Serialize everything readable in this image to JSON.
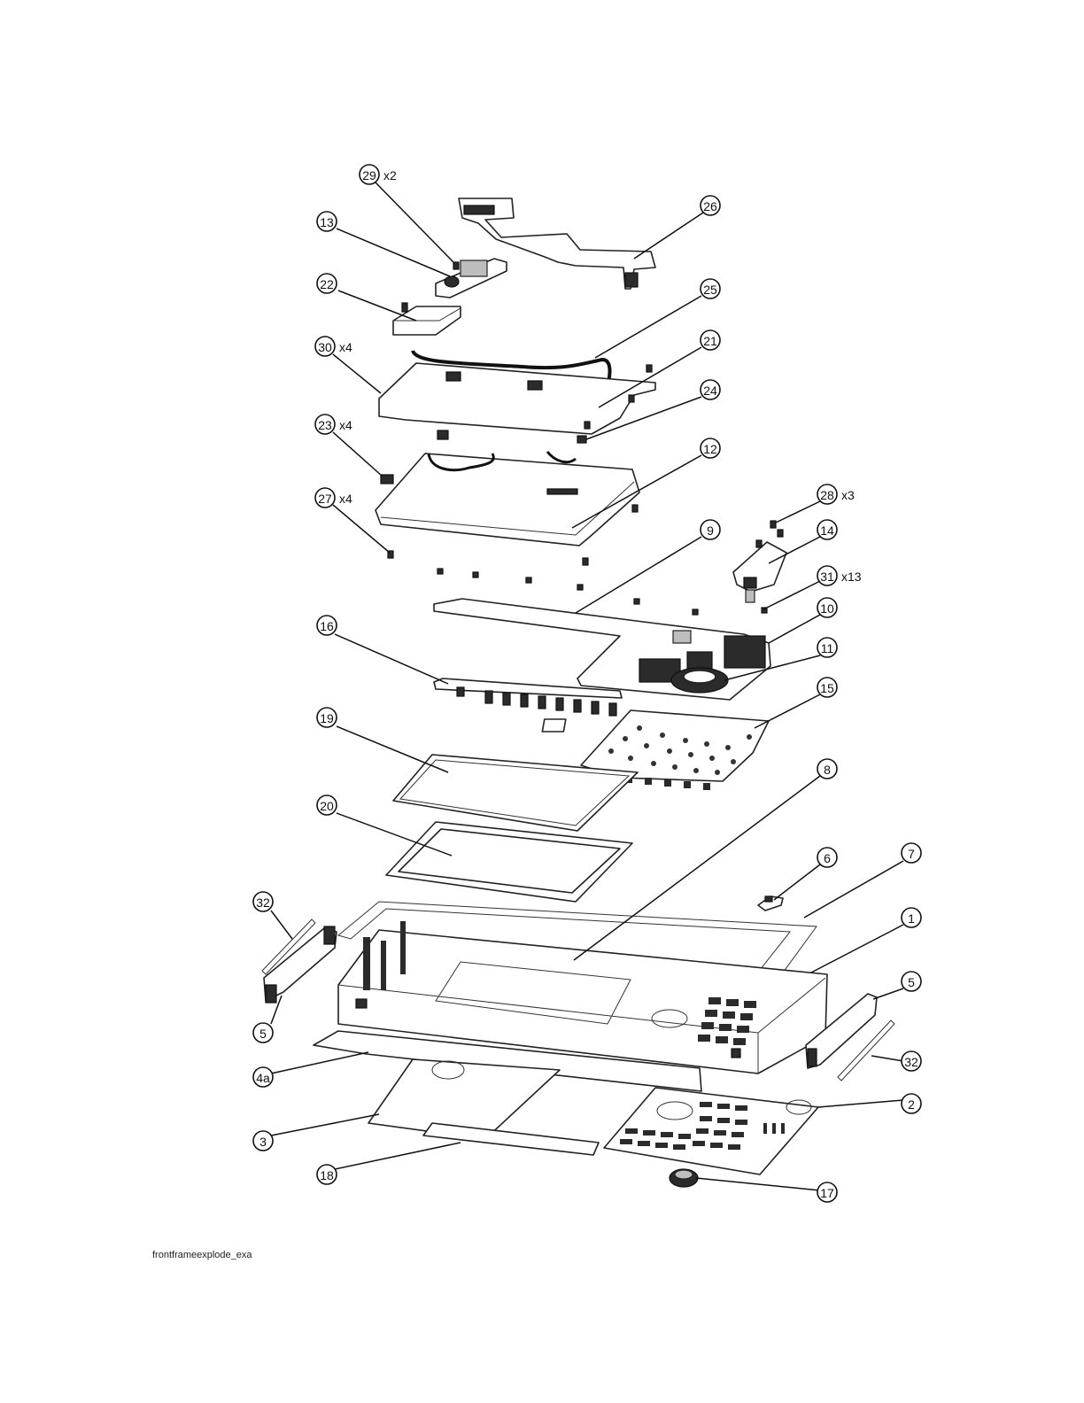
{
  "figure": {
    "caption": "frontframeexplode_exa",
    "colors": {
      "ink": "#111111",
      "paper": "#ffffff",
      "fill_dark": "#2b2b2b",
      "fill_grey": "#bdbdbd"
    }
  },
  "callouts": [
    {
      "id": "29",
      "qty": "x2"
    },
    {
      "id": "13",
      "qty": ""
    },
    {
      "id": "26",
      "qty": ""
    },
    {
      "id": "22",
      "qty": ""
    },
    {
      "id": "25",
      "qty": ""
    },
    {
      "id": "30",
      "qty": "x4"
    },
    {
      "id": "21",
      "qty": ""
    },
    {
      "id": "24",
      "qty": ""
    },
    {
      "id": "23",
      "qty": "x4"
    },
    {
      "id": "12",
      "qty": ""
    },
    {
      "id": "28",
      "qty": "x3"
    },
    {
      "id": "27",
      "qty": "x4"
    },
    {
      "id": "14",
      "qty": ""
    },
    {
      "id": "9",
      "qty": ""
    },
    {
      "id": "31",
      "qty": "x13"
    },
    {
      "id": "10",
      "qty": ""
    },
    {
      "id": "16",
      "qty": ""
    },
    {
      "id": "11",
      "qty": ""
    },
    {
      "id": "15",
      "qty": ""
    },
    {
      "id": "19",
      "qty": ""
    },
    {
      "id": "8",
      "qty": ""
    },
    {
      "id": "20",
      "qty": ""
    },
    {
      "id": "6",
      "qty": ""
    },
    {
      "id": "7",
      "qty": ""
    },
    {
      "id": "32",
      "qty": ""
    },
    {
      "id": "1",
      "qty": ""
    },
    {
      "id": "5",
      "qty": ""
    },
    {
      "id": "5",
      "qty": ""
    },
    {
      "id": "32",
      "qty": ""
    },
    {
      "id": "4a",
      "qty": ""
    },
    {
      "id": "2",
      "qty": ""
    },
    {
      "id": "3",
      "qty": ""
    },
    {
      "id": "18",
      "qty": ""
    },
    {
      "id": "17",
      "qty": ""
    }
  ]
}
